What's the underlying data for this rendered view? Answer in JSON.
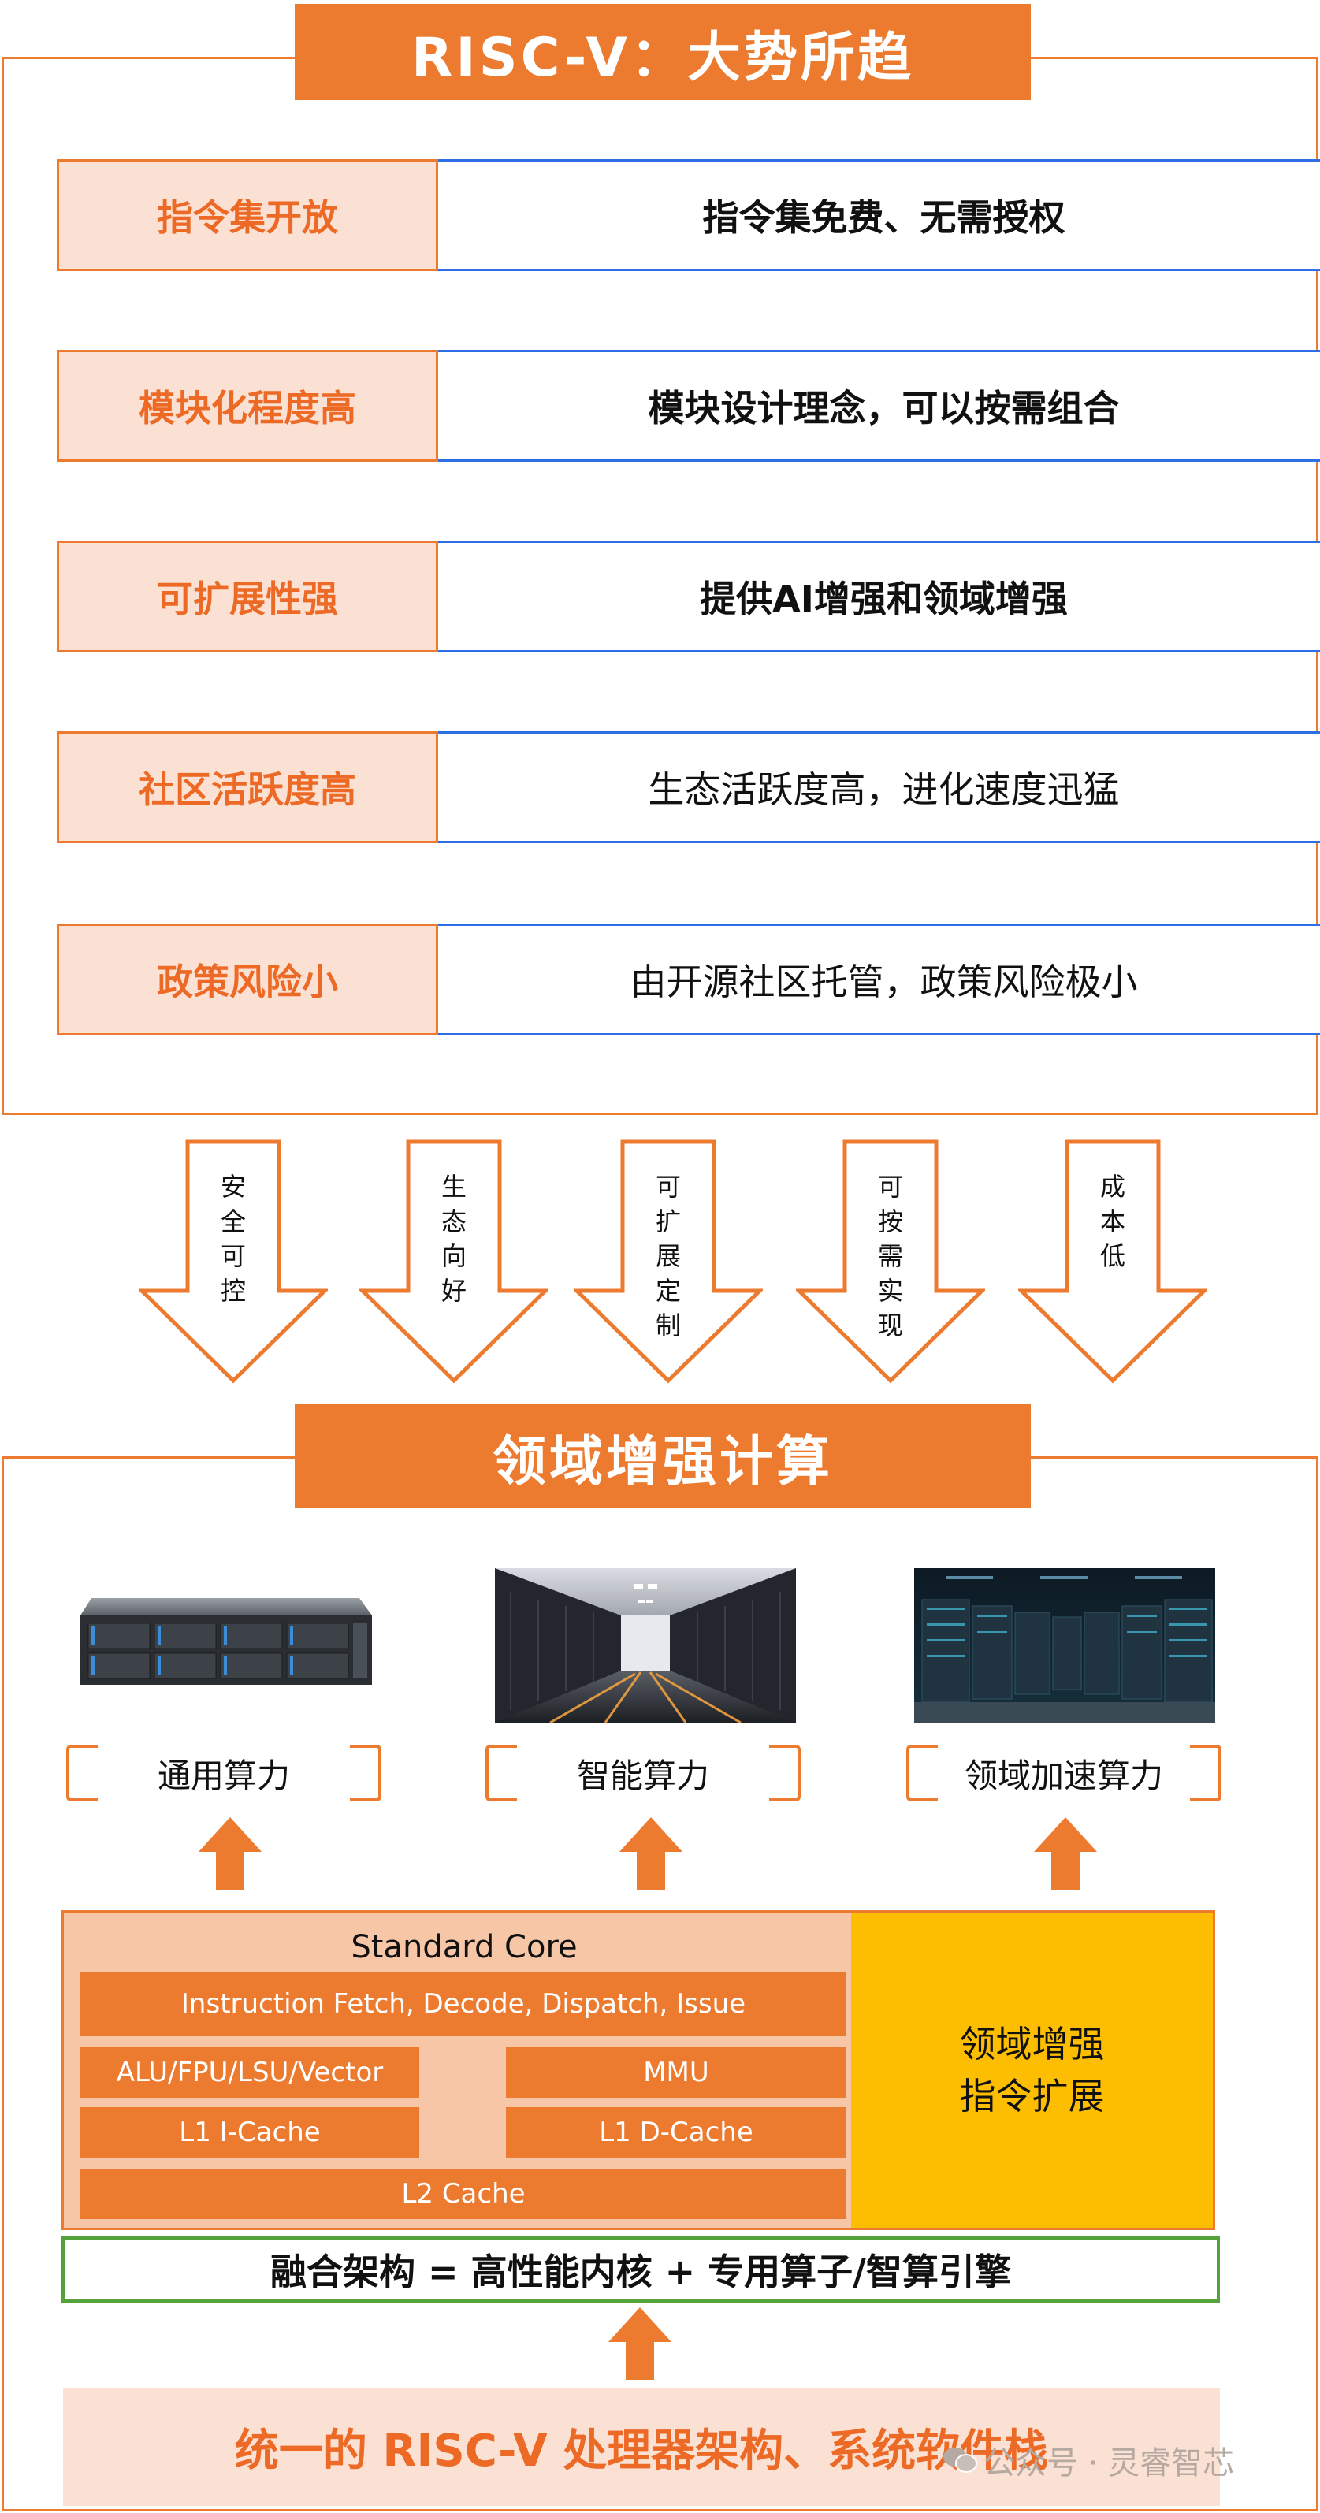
{
  "top_section": {
    "title": "RISC-V：大势所趋",
    "rows": [
      {
        "feature": "指令集开放",
        "description": "指令集免费、无需授权"
      },
      {
        "feature": "模块化程度高",
        "description": "模块设计理念，可以按需组合"
      },
      {
        "feature": "可扩展性强",
        "description": "提供AI增强和领域增强"
      },
      {
        "feature": "社区活跃度高",
        "description": "生态活跃度高，进化速度迅猛"
      },
      {
        "feature": "政策风险小",
        "description": "由开源社区托管，政策风险极小"
      }
    ]
  },
  "arrows": [
    {
      "chars": [
        "安",
        "全",
        "可",
        "控"
      ]
    },
    {
      "chars": [
        "生",
        "态",
        "向",
        "好"
      ]
    },
    {
      "chars": [
        "可",
        "扩",
        "展",
        "定",
        "制"
      ]
    },
    {
      "chars": [
        "可",
        "按",
        "需",
        "实",
        "现"
      ]
    },
    {
      "chars": [
        "成",
        "本",
        "低"
      ]
    }
  ],
  "bottom_section": {
    "title": "领域增强计算",
    "compute_types": [
      {
        "label": "通用算力",
        "image": "server-rack-image"
      },
      {
        "label": "智能算力",
        "image": "data-center-aisle-image"
      },
      {
        "label": "领域加速算力",
        "image": "server-room-image"
      }
    ],
    "core": {
      "title": "Standard Core",
      "pipeline": "Instruction Fetch, Decode, Dispatch, Issue",
      "alu": "ALU/FPU/LSU/Vector",
      "mmu": "MMU",
      "l1i": "L1 I-Cache",
      "l1d": "L1 D-Cache",
      "l2": "L2 Cache",
      "extension_line1": "领域增强",
      "extension_line2": "指令扩展"
    },
    "fusion": "融合架构 = 高性能内核 + 专用算子/智算引擎",
    "footer": "统一的 RISC-V 处理器架构、系统软件栈"
  },
  "watermark": "公众号 · 灵睿智芯",
  "colors": {
    "orange": "#ec7b30",
    "light_orange": "#fbe1d3",
    "blue": "#2f6fe6",
    "yellow": "#fdbd00",
    "green": "#54a23b"
  }
}
